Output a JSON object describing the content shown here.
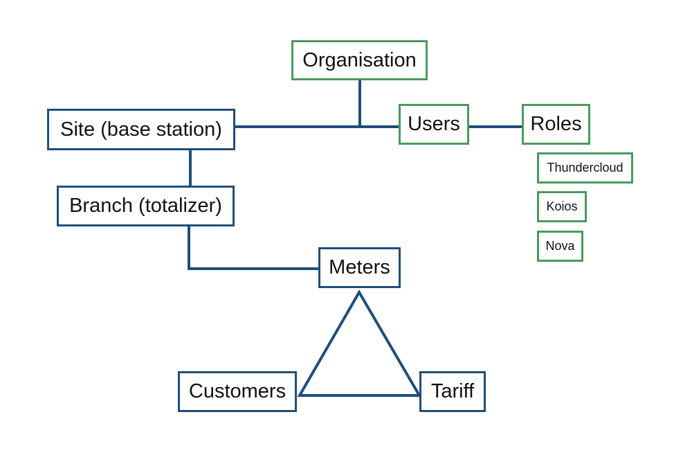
{
  "colors": {
    "blue": "#1f4e79",
    "green": "#4a9a5e",
    "text": "#111111",
    "background": "#ffffff"
  },
  "nodes": {
    "organisation": "Organisation",
    "site": "Site (base station)",
    "users": "Users",
    "roles": "Roles",
    "branch": "Branch (totalizer)",
    "meters": "Meters",
    "customers": "Customers",
    "tariff": "Tariff"
  },
  "roles": [
    "Thundercloud",
    "Koios",
    "Nova"
  ]
}
